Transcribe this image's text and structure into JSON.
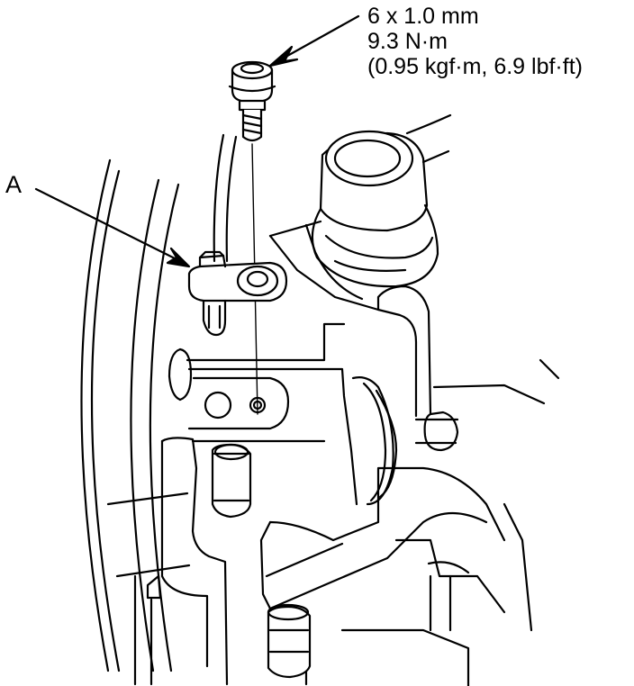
{
  "labels": {
    "a": "A"
  },
  "spec": {
    "size": "6 x 1.0 mm",
    "torque_nm": "9.3 N·m",
    "torque_alt": "(0.95 kgf·m, 6.9 lbf·ft)"
  },
  "colors": {
    "line": "#000000",
    "background": "#ffffff"
  }
}
